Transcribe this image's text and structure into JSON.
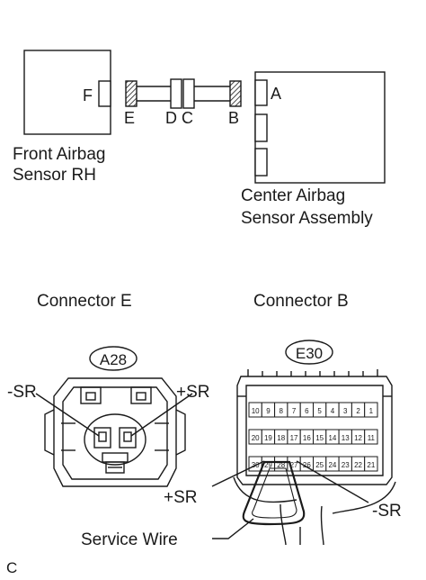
{
  "labels": {
    "front_sensor_line1": "Front Airbag",
    "front_sensor_line2": "Sensor RH",
    "center_sensor_line1": "Center Airbag",
    "center_sensor_line2": "Sensor Assembly",
    "pin_f": "F",
    "pin_e": "E",
    "pin_d": "D",
    "pin_c": "C",
    "pin_b": "B",
    "pin_a": "A",
    "connector_e_title": "Connector E",
    "connector_b_title": "Connector B",
    "badge_a28": "A28",
    "badge_e30": "E30",
    "e_minus_sr": "-SR",
    "e_plus_sr": "+SR",
    "b_plus_sr": "+SR",
    "b_minus_sr": "-SR",
    "service_wire": "Service Wire",
    "corner_code": "C"
  },
  "connector_b_pins": {
    "row1": [
      "10",
      "9",
      "8",
      "7",
      "6",
      "5",
      "4",
      "3",
      "2",
      "1"
    ],
    "row2": [
      "20",
      "19",
      "18",
      "17",
      "16",
      "15",
      "14",
      "13",
      "12",
      "11"
    ],
    "row3": [
      "30",
      "29",
      "28",
      "27",
      "26",
      "25",
      "24",
      "23",
      "22",
      "21"
    ]
  }
}
